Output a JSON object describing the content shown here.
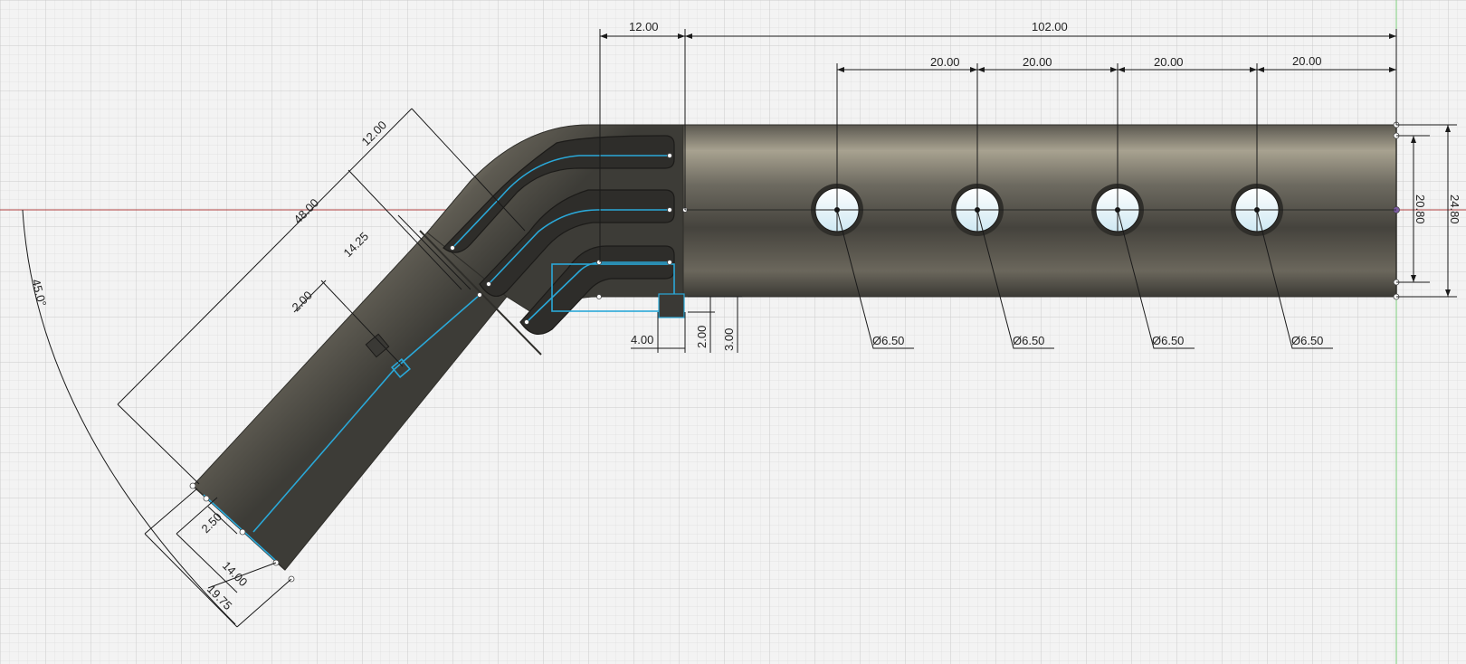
{
  "dimensions": {
    "top_width": "12.00",
    "top_total": "102.00",
    "hole_spacing": [
      "20.00",
      "20.00",
      "20.00",
      "20.00"
    ],
    "outer_diameter": "24.80",
    "inner_diameter": "20.80",
    "hole_diameters": [
      "Ø6.50",
      "Ø6.50",
      "Ø6.50",
      "Ø6.50"
    ],
    "bend_angle": "45.0°",
    "leg_length": "48.00",
    "leg_12": "12.00",
    "leg_14_25": "14.25",
    "leg_2": "2.00",
    "end_2_50": "2.50",
    "end_14": "14.00",
    "end_19_75": "19.75",
    "slot_4": "4.00",
    "slot_2": "2.00",
    "slot_3": "3.00"
  },
  "colors": {
    "grid_minor": "#dcdcdc",
    "grid_major": "#c8c8c8",
    "pipe_dark": "#4a4a44",
    "pipe_light": "#a39d8c",
    "sketch_blue": "#2aa8d8",
    "origin_red": "#b04040",
    "origin_green": "#7ccf7c"
  }
}
